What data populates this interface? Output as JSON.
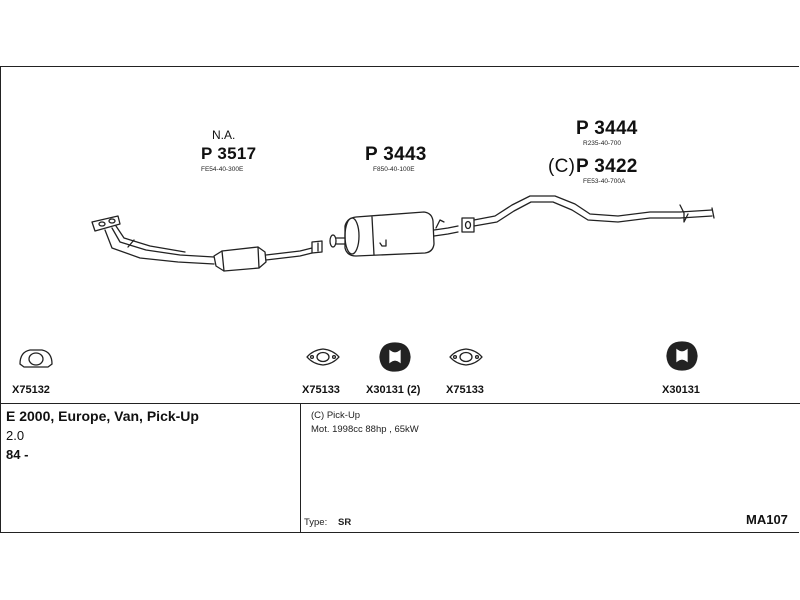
{
  "parts": {
    "front": {
      "note": "N.A.",
      "number": "P 3517",
      "code": "FE54-40-300E"
    },
    "middle": {
      "number": "P 3443",
      "code": "F850-40-100E"
    },
    "rear": {
      "number": "P 3444",
      "code": "R235-40-700"
    },
    "rear_alt": {
      "prefix": "(C)",
      "number": "P 3422",
      "code": "FE53-40-700A"
    }
  },
  "fittings": [
    {
      "label": "X75132",
      "icon": "gasket-icon"
    },
    {
      "label": "X75133",
      "icon": "gasket-icon"
    },
    {
      "label": "X30131 (2)",
      "icon": "rubber-hanger-icon"
    },
    {
      "label": "X75133",
      "icon": "gasket-icon"
    },
    {
      "label": "X30131",
      "icon": "rubber-hanger-icon"
    }
  ],
  "vehicle": {
    "model": "E 2000, Europe, Van, Pick-Up",
    "engine": "2.0",
    "year": "84 -"
  },
  "details": {
    "variant": "(C) Pick-Up",
    "motor": "Mot. 1998cc 88hp , 65kW",
    "type_label": "Type:",
    "type_value": "SR"
  },
  "catalog_id": "MA107"
}
